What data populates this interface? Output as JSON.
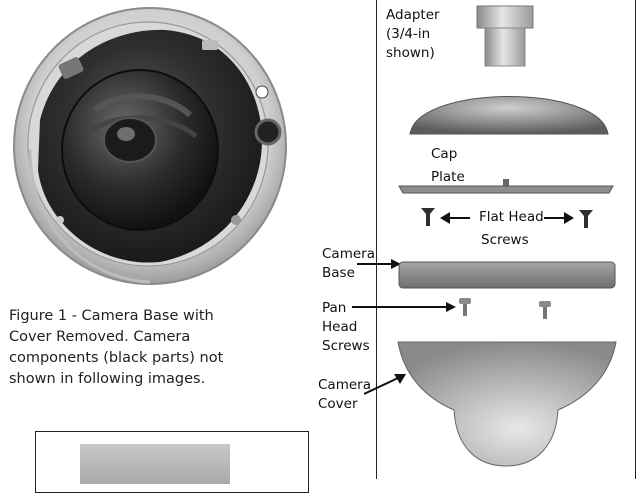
{
  "figure1": {
    "caption_lines": [
      "Figure 1 - Camera Base with",
      "Cover Removed.  Camera",
      "components (black parts) not",
      "shown in following images."
    ]
  },
  "exploded_view": {
    "adapter_label": [
      "Adapter",
      "(3/4-in",
      "shown)"
    ],
    "cap_label": "Cap",
    "plate_label": "Plate",
    "flat_head_label": "Flat Head",
    "screws_label": "Screws",
    "camera_base_label": [
      "Camera",
      "Base"
    ],
    "pan_head_label": [
      "Pan",
      "Head",
      "Screws"
    ],
    "camera_cover_label": [
      "Camera",
      "Cover"
    ]
  },
  "colors": {
    "border": "#222222",
    "camera_dark": "#2a2a2a",
    "part_gray": "#9a9a9a"
  }
}
